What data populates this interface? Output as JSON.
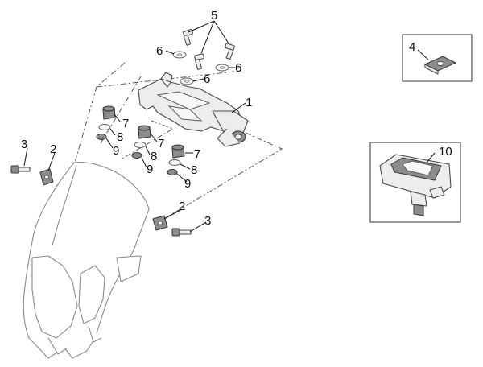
{
  "diagram": {
    "callouts": {
      "c1": "1",
      "c2a": "2",
      "c2b": "2",
      "c3a": "3",
      "c3b": "3",
      "c4": "4",
      "c5": "5",
      "c6a": "6",
      "c6b": "6",
      "c6c": "6",
      "c7a": "7",
      "c7b": "7",
      "c7c": "7",
      "c8a": "8",
      "c8b": "8",
      "c8c": "8",
      "c9a": "9",
      "c9b": "9",
      "c9c": "9",
      "c10": "10"
    }
  }
}
